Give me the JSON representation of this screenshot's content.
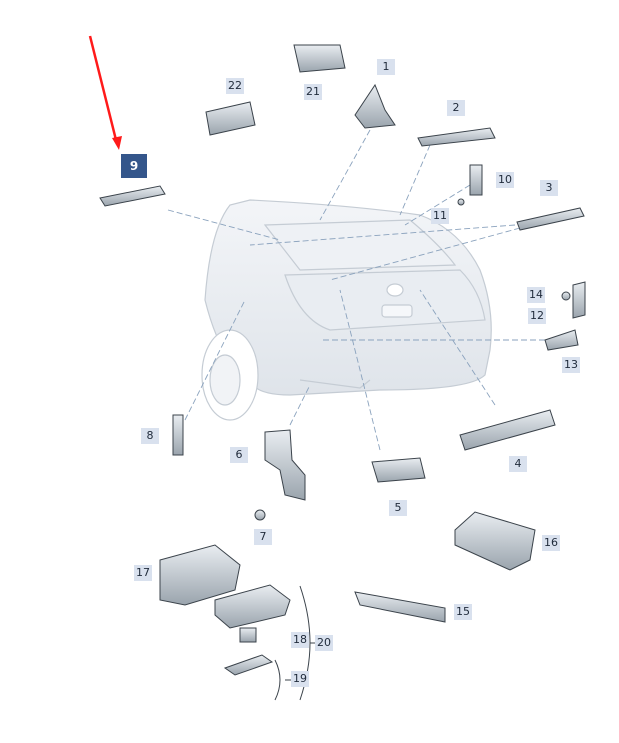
{
  "diagram": {
    "highlighted_part": "9",
    "accent_color": "#34568b",
    "arrow_color": "#ff1a1a",
    "part_labels": [
      "1",
      "2",
      "3",
      "4",
      "5",
      "6",
      "7",
      "8",
      "9",
      "10",
      "11",
      "12",
      "13",
      "14",
      "15",
      "16",
      "17",
      "18",
      "19",
      "20",
      "21",
      "22"
    ]
  }
}
